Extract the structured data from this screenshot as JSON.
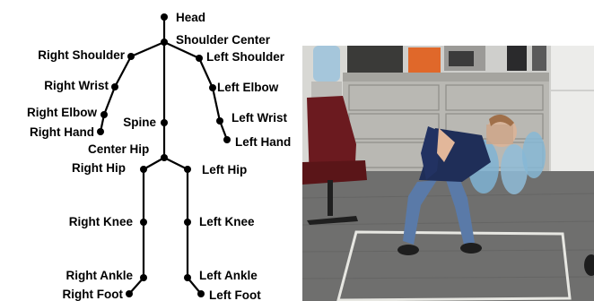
{
  "skeleton": {
    "joints": {
      "head": "Head",
      "shoulder_center": "Shoulder Center",
      "right_shoulder": "Right Shoulder",
      "left_shoulder": "Left Shoulder",
      "right_wrist": "Right Wrist",
      "left_elbow": "Left Elbow",
      "right_elbow": "Right Elbow",
      "left_wrist": "Left Wrist",
      "right_hand": "Right Hand",
      "left_hand": "Left Hand",
      "spine": "Spine",
      "center_hip": "Center Hip",
      "right_hip": "Right Hip",
      "left_hip": "Left Hip",
      "right_knee": "Right Knee",
      "left_knee": "Left Knee",
      "right_ankle": "Right Ankle",
      "left_ankle": "Left Ankle",
      "right_foot": "Right Foot",
      "left_foot": "Left Foot"
    },
    "line_color": "#000000"
  },
  "photo": {
    "description_icon": "child-bending-photo"
  }
}
